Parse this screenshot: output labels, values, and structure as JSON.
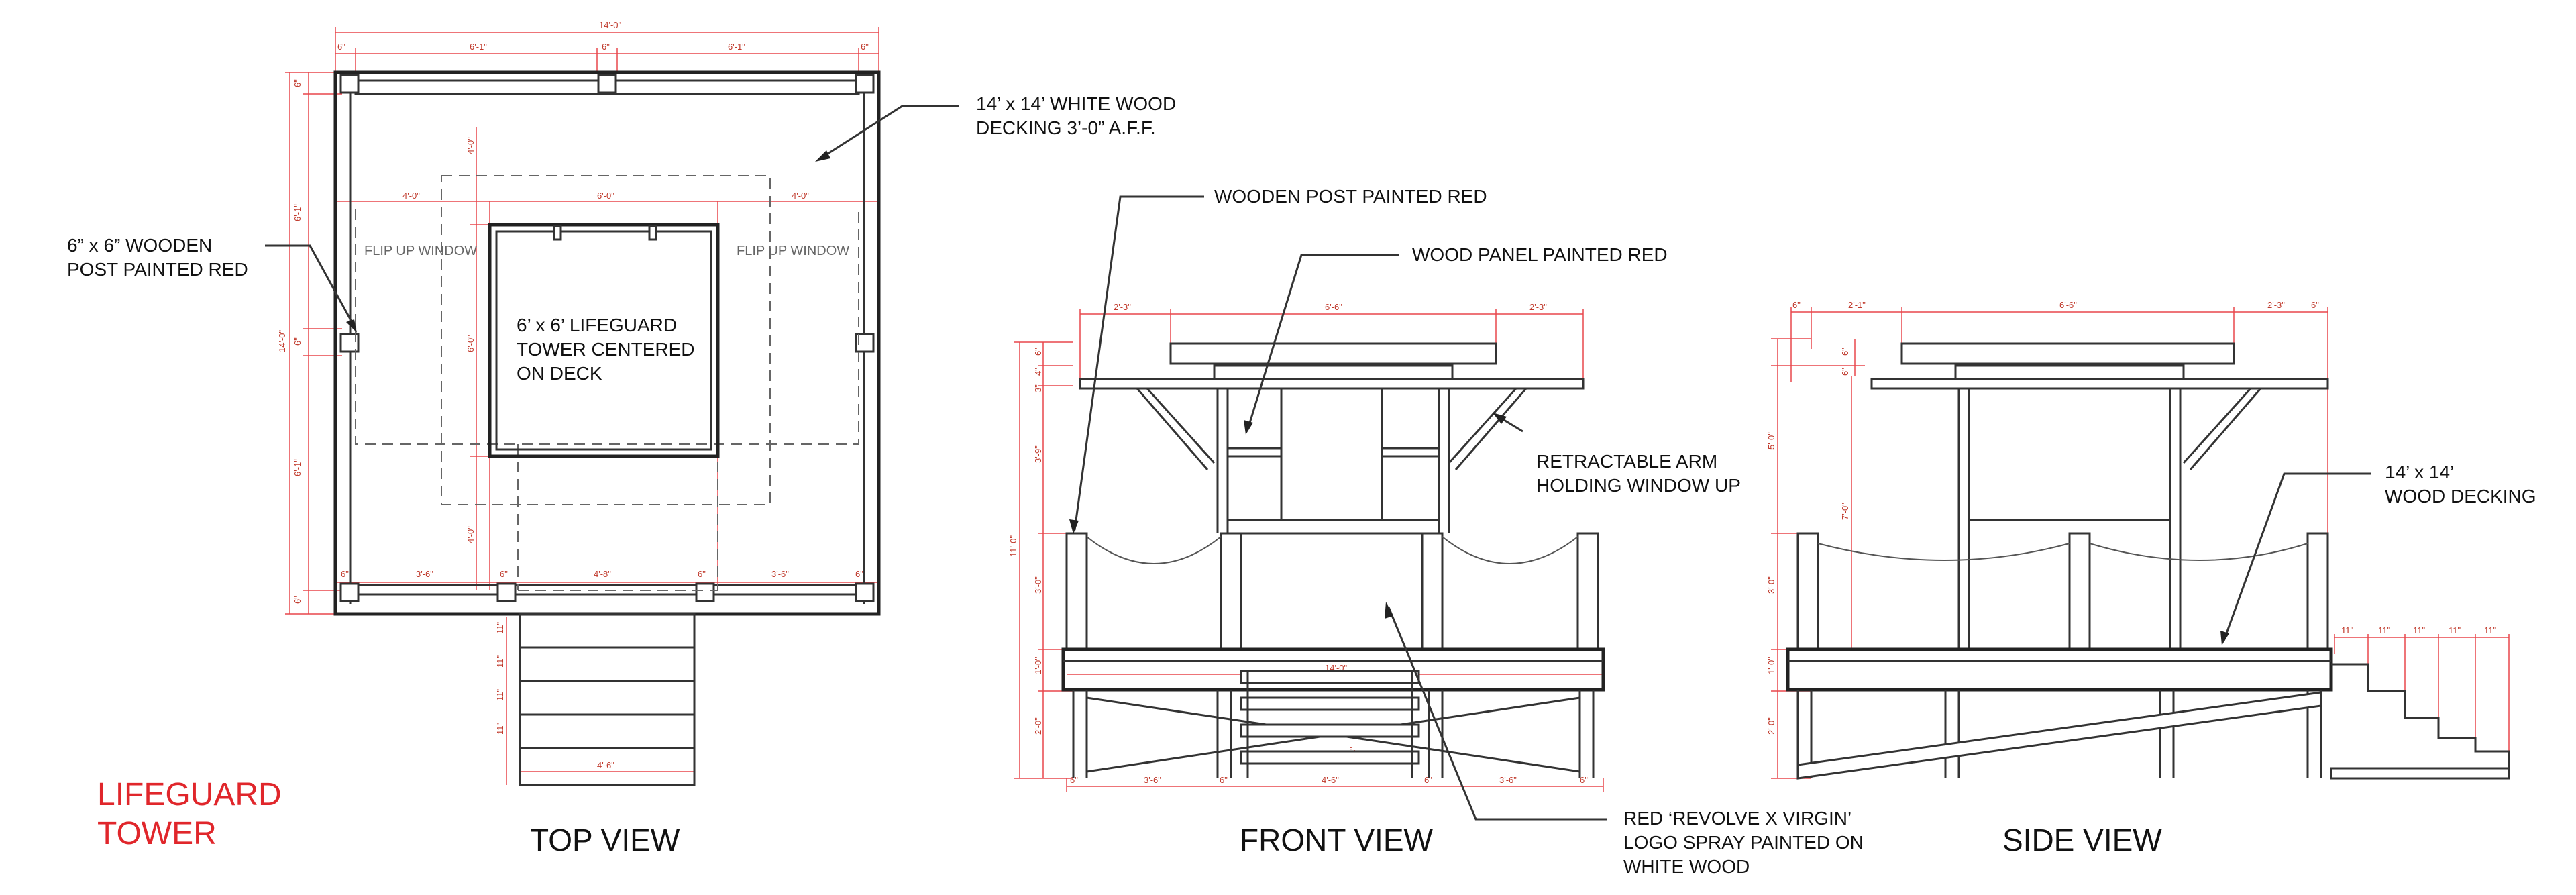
{
  "title": {
    "line1": "LIFEGUARD",
    "line2": "TOWER",
    "color": "#e0262b"
  },
  "views": {
    "top": "TOP VIEW",
    "front": "FRONT VIEW",
    "side": "SIDE VIEW"
  },
  "callouts": {
    "decking_top": {
      "line1": "14’ x 14’ WHITE WOOD",
      "line2": "DECKING 3’-0” A.F.F."
    },
    "post": {
      "line1": "6” x 6” WOODEN",
      "line2": "POST PAINTED RED"
    },
    "tower": {
      "line1": "6’ x 6’ LIFEGUARD",
      "line2": "TOWER CENTERED",
      "line3": "ON DECK"
    },
    "flip_left": "FLIP UP WINDOW",
    "flip_right": "FLIP UP WINDOW",
    "wooden_post": "WOODEN POST PAINTED RED",
    "wood_panel": "WOOD PANEL PAINTED RED",
    "arm": {
      "line1": "RETRACTABLE ARM",
      "line2": "HOLDING WINDOW UP"
    },
    "logo": {
      "line1": "RED ‘REVOLVE X VIRGIN’",
      "line2": "LOGO SPRAY PAINTED ON",
      "line3": "WHITE WOOD"
    },
    "decking_side": {
      "line1": "14’ x 14’",
      "line2": "WOOD DECKING"
    }
  },
  "dimensions": {
    "top_total": "14'-0\"",
    "top_seg": [
      "6\"",
      "6'-1\"",
      "6\"",
      "6'-1\"",
      "6\""
    ],
    "top_inner": [
      "4'-0\"",
      "6'-0\"",
      "4'-0\""
    ],
    "top_bottom": [
      "6\"",
      "3'-6\"",
      "6\"",
      "4'-8\"",
      "6\"",
      "3'-6\"",
      "6\""
    ],
    "top_left": [
      "6\"",
      "6'-1\"",
      "6\"",
      "6'-1\"",
      "6\""
    ],
    "top_left_total": "14'-0\"",
    "top_inner_v": [
      "4'-0\"",
      "6'-0\"",
      "4'-0\""
    ],
    "stairs_v": [
      "11\"",
      "11\"",
      "11\"",
      "11\""
    ],
    "stairs_w": "4'-6\"",
    "front_top": [
      "2'-3\"",
      "6'-6\"",
      "2'-3\""
    ],
    "front_left": [
      "6\"",
      "4\"",
      "3\"",
      "3'-9\"",
      "3'-0\"",
      "1'-0\"",
      "2'-0\""
    ],
    "front_left_total": "11'-0\"",
    "front_deck": "14'-0\"",
    "front_bottom": [
      "6\"",
      "3'-6\"",
      "6\"",
      "4'-6\"",
      "6\"",
      "3'-6\"",
      "6\""
    ],
    "front_step": "4\"",
    "side_top": [
      "6\"",
      "2'-1\"",
      "6'-6\"",
      "2'-3\"",
      "6\""
    ],
    "side_left": [
      "6\"",
      "6\"",
      "5'-0\"",
      "7'-0\"",
      "3'-0\"",
      "1'-0\"",
      "2'-0\""
    ],
    "side_stairs": [
      "11\"",
      "11\"",
      "11\"",
      "11\"",
      "11\""
    ]
  }
}
